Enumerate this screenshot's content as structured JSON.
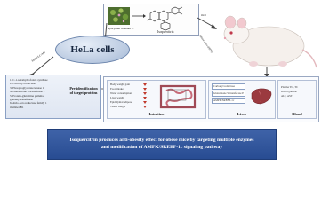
{
  "hela_label": "HeLa cells",
  "compound_box": {
    "plant_label": "Apocynum venetum L.",
    "compound_label": "Isoquercitrin"
  },
  "arrow_label_oral": "Oral",
  "arrow_label_hfd": "Obese mice (HFD)",
  "target_arrow_label": "ABPP/LC-MS",
  "targets": [
    "1. C-1-tetrahydrofolate synthase",
    "2. Carbonyl reductase",
    "3. Phosphoglycerate kinase 1",
    "4. Glutathione S-transferase P",
    "5. Protein-glutamine gamma-",
    "    glutamyltransferase",
    "6. Aldo-keto reductase family 1",
    "    member B1"
  ],
  "pre_identification": [
    "Pre-identification",
    "of target proteins"
  ],
  "intestine_panel": {
    "measures": [
      "Body weight gain",
      "Food intake",
      "Water consumption",
      "Liver weight",
      "Epididymal adipose",
      "Tissue weight"
    ],
    "caption": "Intestine"
  },
  "liver_panel": {
    "boxes": [
      "Carbonyl reductase",
      "Glutathione S-transferase P",
      "AMPK/SREBP-1c"
    ],
    "caption": "Liver"
  },
  "blood_panel": {
    "measures": [
      "Plasma TG, TC",
      "Blood glucose",
      "ALT, AST"
    ],
    "caption": "Blood"
  },
  "conclusion": [
    "Isoquercitrin produces anti-obesity effect for obese mice by targeting  multiple enzymes",
    "and modification of AMPK/SREBP-1c signaling pathway"
  ],
  "colors": {
    "conclusion_bg": "#2f559c",
    "hela_fill": "#b9c9e0",
    "down_arrow": "#c0392b"
  }
}
